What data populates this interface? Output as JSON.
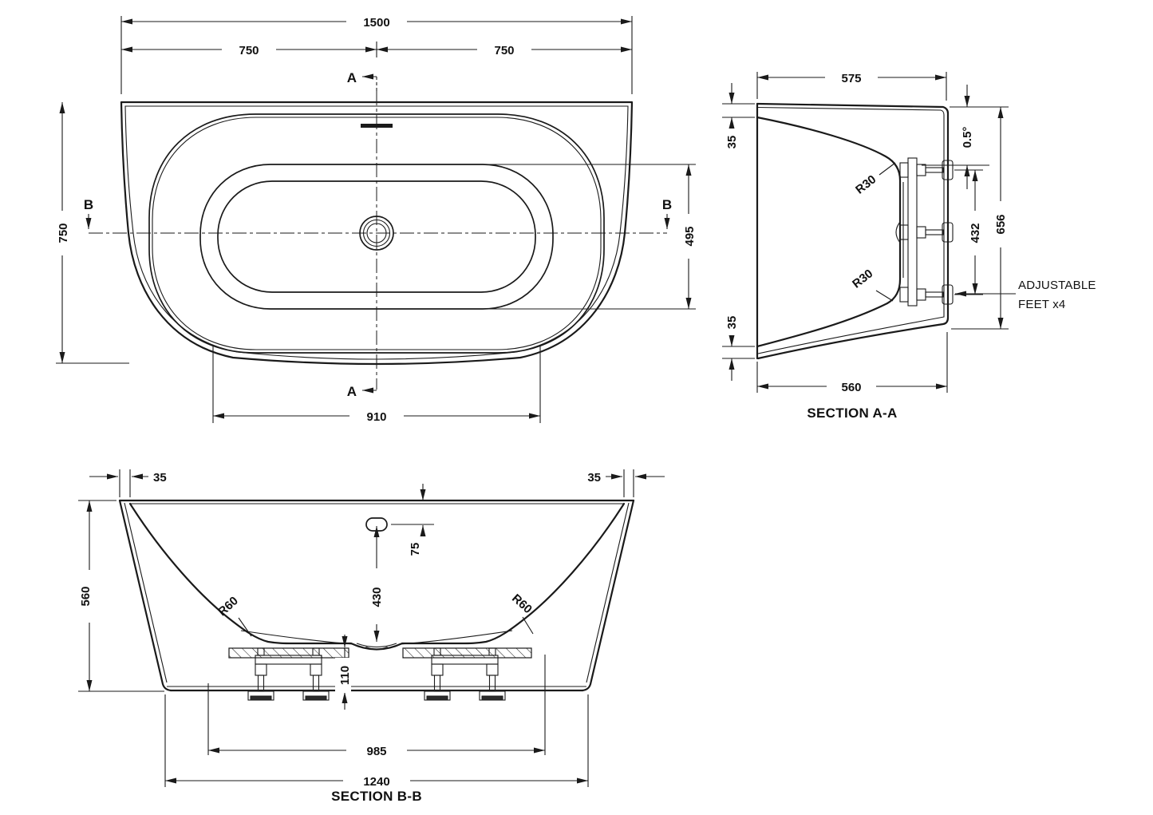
{
  "drawing": {
    "ink_color": "#1a1a1a",
    "paper_color": "#ffffff"
  },
  "plan_view": {
    "dim_overall_length": "1500",
    "dim_half_length_left": "750",
    "dim_half_length_right": "750",
    "dim_overall_width": "750",
    "dim_basin_width": "495",
    "dim_basin_length": "910",
    "section_marker_a_top": "A",
    "section_marker_a_bottom": "A",
    "section_marker_b_left": "B",
    "section_marker_b_right": "B"
  },
  "section_aa": {
    "label": "SECTION A-A",
    "dim_top_width": "575",
    "dim_rim_thickness_top": "35",
    "dim_rim_thickness_bottom": "35",
    "angle_rim_slope": "0.5°",
    "radius_top": "R30",
    "radius_bottom": "R30",
    "dim_feet_spacing": "432",
    "dim_overall_height": "656",
    "dim_base_width": "560",
    "note_adjustable_feet_line1": "ADJUSTABLE",
    "note_adjustable_feet_line2": "FEET x4"
  },
  "section_bb": {
    "label": "SECTION B-B",
    "dim_rim_thickness_left": "35",
    "dim_rim_thickness_right": "35",
    "dim_overall_height": "560",
    "dim_overflow_offset": "75",
    "dim_internal_depth": "430",
    "radius_left": "R60",
    "radius_right": "R60",
    "dim_feet_height": "110",
    "dim_feet_span": "985",
    "dim_base_length": "1240"
  }
}
